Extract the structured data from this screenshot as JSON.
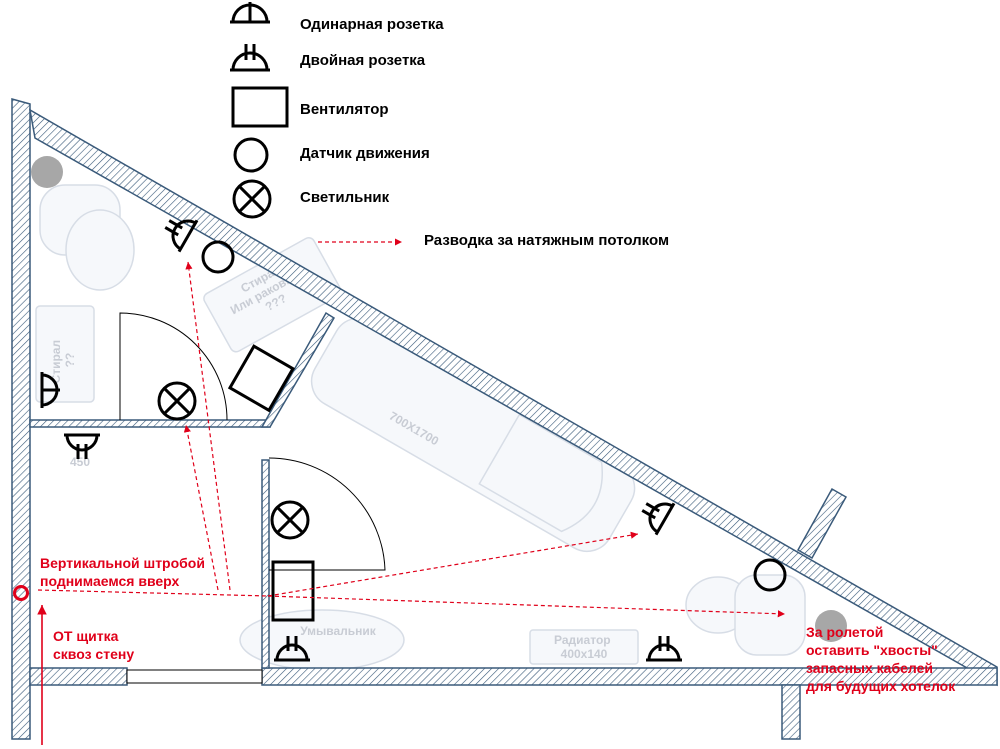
{
  "legend": {
    "single_socket": "Одинарная розетка",
    "double_socket": "Двойная розетка",
    "fan": "Вентилятор",
    "motion_sensor": "Датчик движения",
    "lamp": "Светильник",
    "ceiling_wiring": "Разводка за натяжным потолком"
  },
  "plan_labels": {
    "washer_or_sink": "Стирал|Или раковина|???",
    "washer_left": "Стирал|??",
    "bath_size": "700X1700",
    "washbasin": "Умывальник",
    "radiator": "Радиатор|400x140",
    "height_mark": "450"
  },
  "notes": {
    "vertical_chase": "Вертикальной штробой|поднимаемся вверх",
    "from_panel": "ОТ щитка|сквоз стену",
    "behind_shutter": "За ролетой|оставить \"хвосты\"|запасных кабелей|для будущих хотелок"
  },
  "colors": {
    "annotation": "#e0001a",
    "wall_hatch": "#3a5a7a",
    "ghost_furniture": "#d7dde6"
  }
}
